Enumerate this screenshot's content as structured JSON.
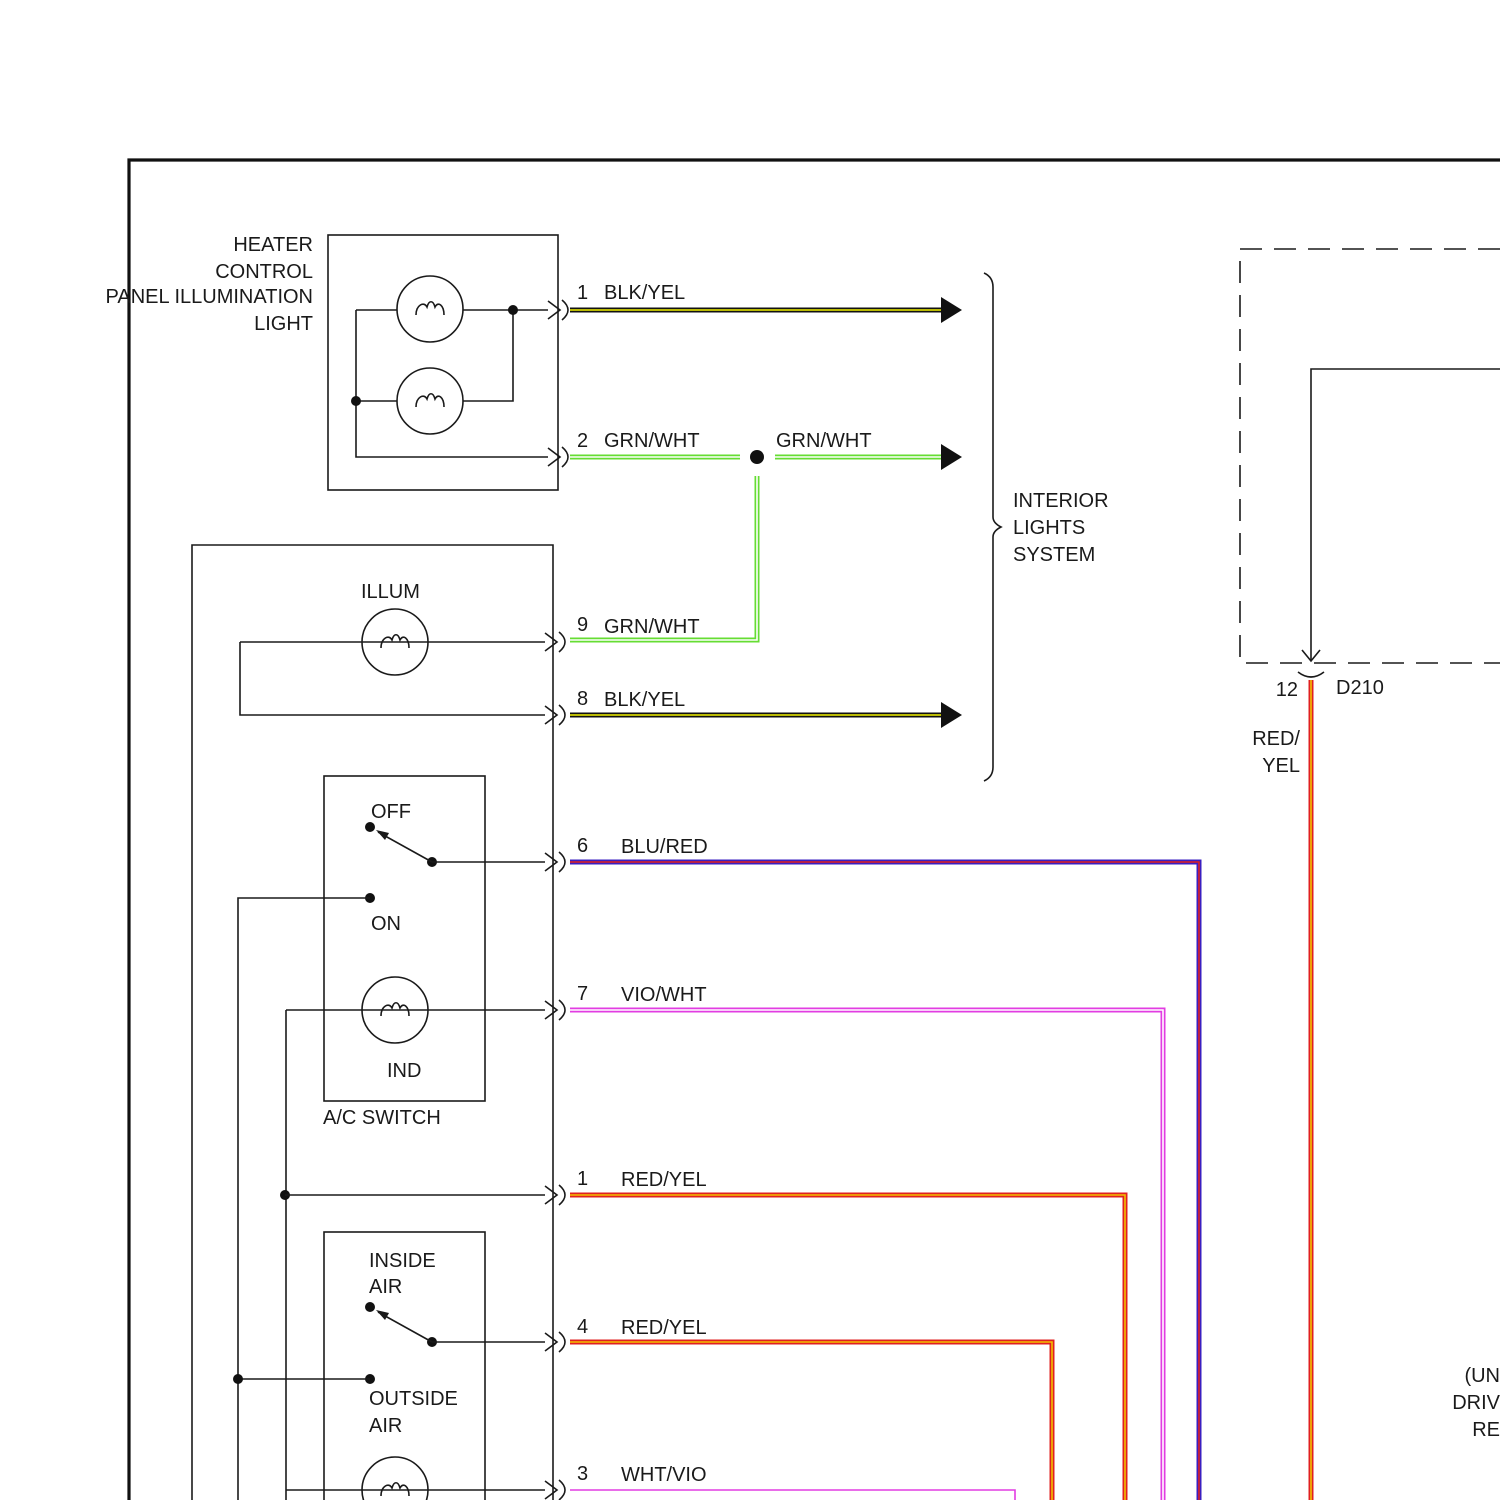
{
  "components": {
    "panel_light": {
      "label_lines": [
        "HEATER",
        "CONTROL",
        "PANEL ILLUMINATION",
        "LIGHT"
      ]
    },
    "ac_switch": {
      "label": "A/C SWITCH",
      "off": "OFF",
      "on": "ON",
      "ind": "IND"
    },
    "illum": {
      "label": "ILLUM"
    },
    "intake_switch": {
      "inside_lines": [
        "INSIDE",
        "AIR"
      ],
      "outside_lines": [
        "OUTSIDE",
        "AIR"
      ]
    },
    "interior_lights": {
      "label_lines": [
        "INTERIOR",
        "LIGHTS",
        "SYSTEM"
      ]
    },
    "d210": {
      "pin": "12",
      "connector": "D210",
      "wire_lines": [
        "RED/",
        "YEL"
      ]
    },
    "right_partial": {
      "lines": [
        "(UN",
        "DRIV",
        "RE"
      ]
    }
  },
  "wires": [
    {
      "pin": "1",
      "color_code": "BLK/YEL",
      "base": "#111111",
      "stripe": "#f2f200"
    },
    {
      "pin": "2",
      "color_code": "GRN/WHT",
      "base": "#66dd33",
      "stripe": "#ffffff"
    },
    {
      "pin": "",
      "color_code": "GRN/WHT",
      "base": "#66dd33",
      "stripe": "#ffffff"
    },
    {
      "pin": "9",
      "color_code": "GRN/WHT",
      "base": "#66dd33",
      "stripe": "#ffffff"
    },
    {
      "pin": "8",
      "color_code": "BLK/YEL",
      "base": "#111111",
      "stripe": "#f2f200"
    },
    {
      "pin": "6",
      "color_code": "BLU/RED",
      "base": "#3a1fc0",
      "stripe": "#e02020"
    },
    {
      "pin": "7",
      "color_code": "VIO/WHT",
      "base": "#e23de2",
      "stripe": "#ffffff"
    },
    {
      "pin": "1",
      "color_code": "RED/YEL",
      "base": "#e02020",
      "stripe": "#f2c000"
    },
    {
      "pin": "4",
      "color_code": "RED/YEL",
      "base": "#e02020",
      "stripe": "#f2c000"
    },
    {
      "pin": "3",
      "color_code": "WHT/VIO",
      "base": "#ffffff",
      "stripe": "#e23de2"
    }
  ]
}
